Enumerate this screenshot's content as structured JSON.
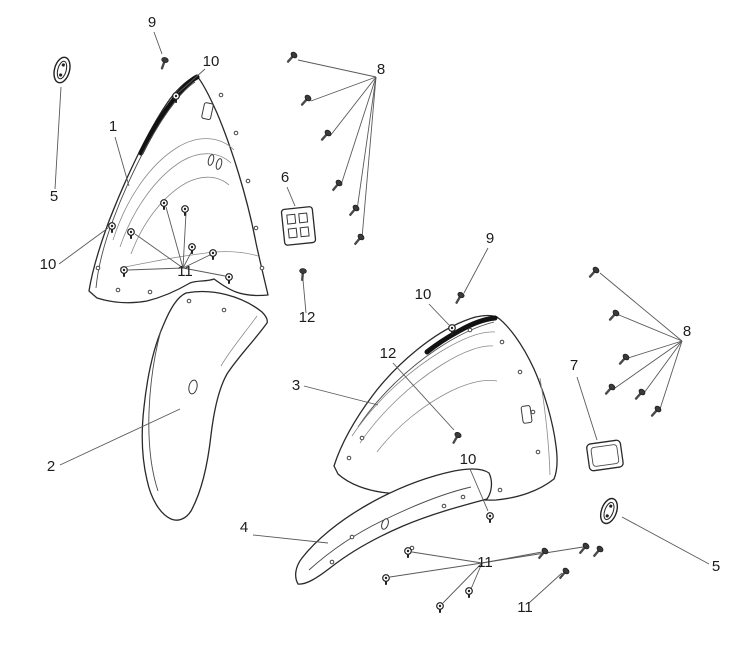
{
  "canvas": {
    "background": "#ffffff",
    "line_color": "#2a2a2a",
    "label_color": "#1c1c1c"
  },
  "icon_names": [
    "screw-icon",
    "rivet-icon",
    "grommet-icon",
    "bracket-icon",
    "pad-icon"
  ],
  "callouts": [
    {
      "label": "9"
    },
    {
      "label": "10"
    },
    {
      "label": "1"
    },
    {
      "label": "8"
    },
    {
      "label": "6"
    },
    {
      "label": "5"
    },
    {
      "label": "10"
    },
    {
      "label": "11"
    },
    {
      "label": "12"
    },
    {
      "label": "9"
    },
    {
      "label": "10"
    },
    {
      "label": "12"
    },
    {
      "label": "3"
    },
    {
      "label": "2"
    },
    {
      "label": "7"
    },
    {
      "label": "8"
    },
    {
      "label": "10"
    },
    {
      "label": "4"
    },
    {
      "label": "11"
    },
    {
      "label": "11"
    },
    {
      "label": "5"
    }
  ]
}
